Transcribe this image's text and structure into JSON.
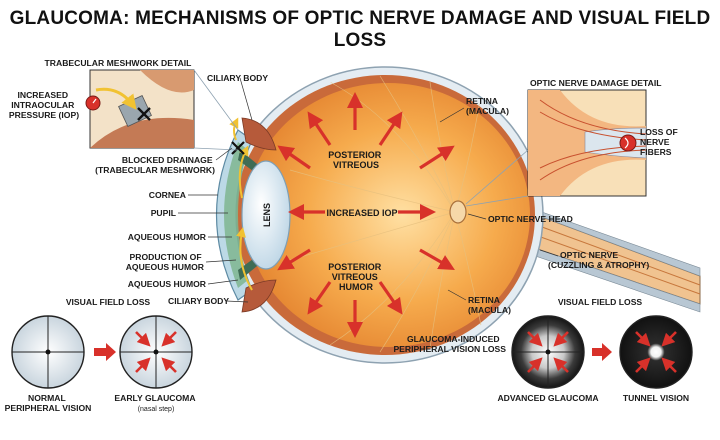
{
  "title": "GLAUCOMA: MECHANISMS OF OPTIC NERVE DAMAGE AND VISUAL FIELD LOSS",
  "labels": {
    "trabecular_detail": "TRABECULAR MESHWORK DETAIL",
    "iop_line1": "INCREASED",
    "iop_line2": "INTRAOCULAR",
    "iop_line3": "PRESSURE (IOP)",
    "ciliary_body_top": "CILIARY BODY",
    "blocked_line1": "BLOCKED DRAINAGE",
    "blocked_line2": "(TRABECULAR MESHWORK)",
    "cornea": "CORNEA",
    "pupil": "PUPIL",
    "aqueous_humor_1": "AQUEOUS HUMOR",
    "production_line1": "PRODUCTION OF",
    "production_line2": "AQUEOUS HUMOR",
    "aqueous_humor_2": "AQUEOUS HUMOR",
    "ciliary_body_bottom": "CILIARY BODY",
    "lens": "LENS",
    "posterior_vitreous_line1": "POSTERIOR",
    "posterior_vitreous_line2": "VITREOUS",
    "increased_iop": "INCREASED IOP",
    "posterior_humor_line1": "POSTERIOR",
    "posterior_humor_line2": "VITREOUS",
    "posterior_humor_line3": "HUMOR",
    "retina_top_line1": "RETINA",
    "retina_top_line2": "(MACULA)",
    "retina_bottom_line1": "RETINA",
    "retina_bottom_line2": "(MACULA)",
    "optic_detail": "OPTIC NERVE DAMAGE DETAIL",
    "loss_line1": "LOSS OF",
    "loss_line2": "NERVE",
    "loss_line3": "FIBERS",
    "optic_nerve_head": "OPTIC NERVE HEAD",
    "optic_nerve_line1": "OPTIC NERVE",
    "optic_nerve_line2": "(CUZZLING & ATROPHY)",
    "vfl_left": "VISUAL FIELD LOSS",
    "vfl_right": "VISUAL FIELD LOSS",
    "normal_line1": "NORMAL",
    "normal_line2": "PERIPHERAL VISION",
    "early_line1": "EARLY GLAUCOMA",
    "early_line2": "(nasal step)",
    "gipv_line1": "GLAUCOMA-INDUCED",
    "gipv_line2": "PERIPHERAL VISION LOSS",
    "advanced": "ADVANCED GLAUCOMA",
    "tunnel": "TUNNEL VISION"
  },
  "colors": {
    "vitreous": "#f19a3e",
    "vitreous_light": "#ffd591",
    "sclera": "#dfe8ef",
    "retina_band": "#c96a3a",
    "arrow_red": "#d8312a",
    "lens": "#d6e8f3",
    "iris_green": "#5f9a7c",
    "nerve": "#e9b07a",
    "field_light": "#e8eef3",
    "field_dark": "#1d1f24"
  }
}
